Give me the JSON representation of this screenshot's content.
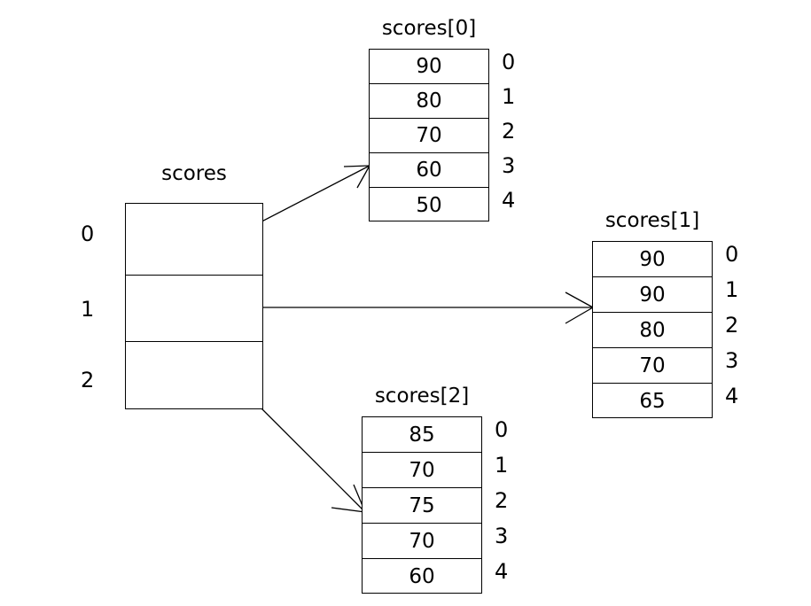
{
  "diagram": {
    "title_pointer_array": "scores",
    "pointer_array": {
      "name": "scores",
      "indices": [
        "0",
        "1",
        "2"
      ],
      "cells": [
        "",
        "",
        ""
      ]
    },
    "value_arrays": [
      {
        "title": "scores[0]",
        "indices": [
          "0",
          "1",
          "2",
          "3",
          "4"
        ],
        "values": [
          "90",
          "80",
          "70",
          "60",
          "50"
        ]
      },
      {
        "title": "scores[1]",
        "indices": [
          "0",
          "1",
          "2",
          "3",
          "4"
        ],
        "values": [
          "90",
          "90",
          "80",
          "70",
          "65"
        ]
      },
      {
        "title": "scores[2]",
        "indices": [
          "0",
          "1",
          "2",
          "3",
          "4"
        ],
        "values": [
          "85",
          "70",
          "75",
          "70",
          "60"
        ]
      }
    ],
    "arrows": [
      {
        "name": "pointer-0-to-scores0",
        "from_row": "0",
        "to_array": "scores[0]"
      },
      {
        "name": "pointer-1-to-scores1",
        "from_row": "1",
        "to_array": "scores[1]"
      },
      {
        "name": "pointer-2-to-scores2",
        "from_row": "2",
        "to_array": "scores[2]"
      }
    ],
    "colors": {
      "stroke": "#000000",
      "background": "#ffffff",
      "text": "#000000"
    }
  }
}
